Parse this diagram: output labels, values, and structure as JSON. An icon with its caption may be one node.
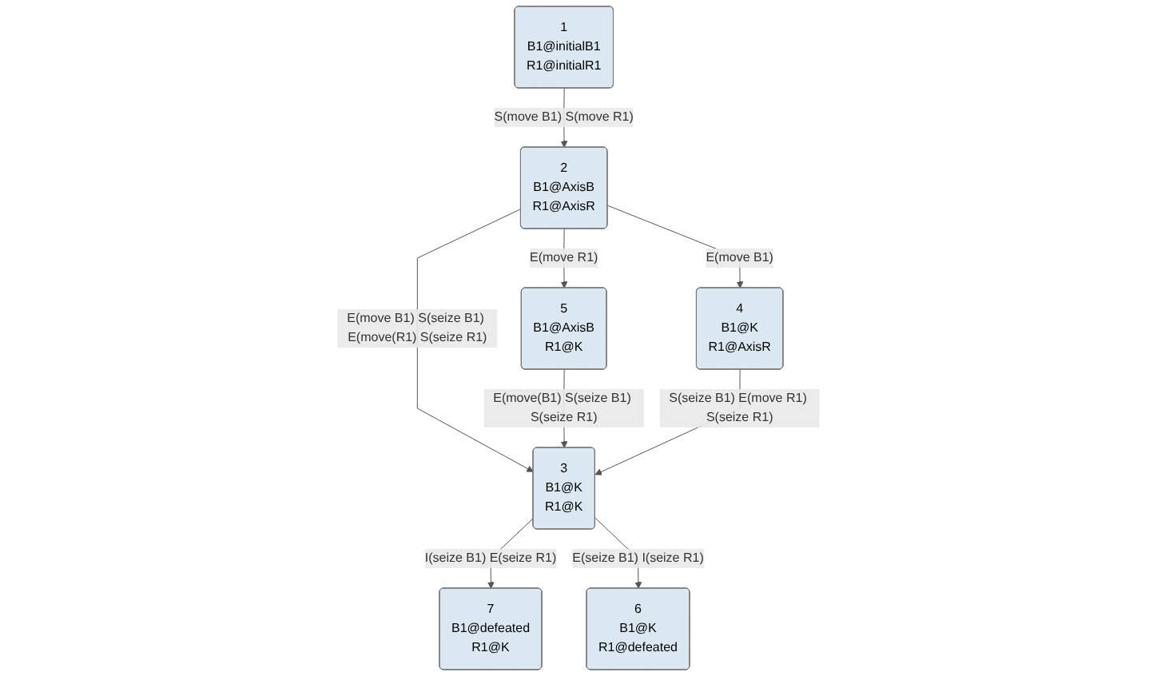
{
  "diagram": {
    "nodes": [
      {
        "text": [
          "1",
          "B1@initialB1",
          "R1@initialR1"
        ]
      },
      {
        "text": [
          "2",
          "B1@AxisB",
          "R1@AxisR"
        ]
      },
      {
        "text": [
          "5",
          "B1@AxisB",
          "R1@K"
        ]
      },
      {
        "text": [
          "4",
          "B1@K",
          "R1@AxisR"
        ]
      },
      {
        "text": [
          "3",
          "B1@K",
          "R1@K"
        ]
      },
      {
        "text": [
          "7",
          "B1@defeated",
          "R1@K"
        ]
      },
      {
        "text": [
          "6",
          "B1@K",
          "R1@defeated"
        ]
      }
    ],
    "edges": [
      {
        "from": 0,
        "to": 1,
        "arrow": "to",
        "label": "S(move B1) S(move R1)"
      },
      {
        "from": 1,
        "to": 2,
        "arrow": "to",
        "label": "E(move R1)"
      },
      {
        "from": 1,
        "to": 3,
        "arrow": "to",
        "label": "E(move B1)"
      },
      {
        "from": 1,
        "to": 4,
        "arrow": "to",
        "label": "E(move B1) S(seize B1) E(move(R1) S(seize R1)"
      },
      {
        "from": 2,
        "to": 4,
        "arrow": "to",
        "label": "E(move(B1) S(seize B1) S(seize R1)"
      },
      {
        "from": 3,
        "to": 4,
        "arrow": "to",
        "label": "S(seize B1) E(move R1) S(seize R1)"
      },
      {
        "from": 4,
        "to": 5,
        "arrow": "to",
        "label": "I(seize B1) E(seize R1)"
      },
      {
        "from": 4,
        "to": 6,
        "arrow": "to",
        "label": "E(seize B1) I(seize R1)"
      }
    ]
  }
}
